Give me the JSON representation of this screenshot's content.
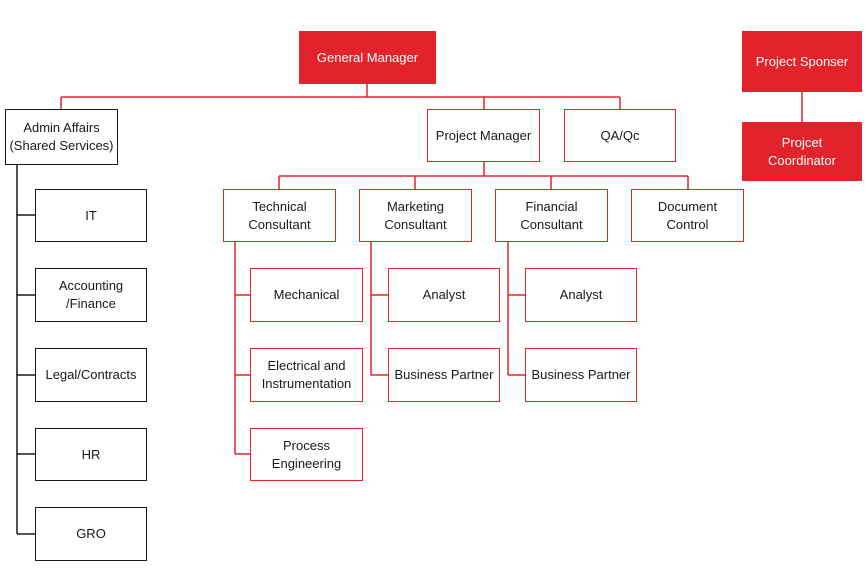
{
  "colors": {
    "accent": "#e3232b",
    "admin_line": "#1a1a1a",
    "text": "#1a1a1a"
  },
  "general_manager": "General Manager",
  "project_sponsor": "Project Sponser",
  "project_coordinator": "Projcet\nCoordinator",
  "admin_affairs": "Admin Affairs\n(Shared Services)",
  "project_manager": "Project Manager",
  "qa_qc": "QA/Qc",
  "admin_units": [
    "IT",
    "Accounting\n/Finance",
    "Legal/Contracts",
    "HR",
    "GRO"
  ],
  "consultants": {
    "technical": "Technical\nConsultant",
    "marketing": "Marketing\nConsultant",
    "financial": "Financial\nConsultant",
    "document_control": "Document\nControl"
  },
  "technical_units": [
    "Mechanical",
    "Electrical and\nInstrumentation",
    "Process\nEngineering"
  ],
  "marketing_units": [
    "Analyst",
    "Business Partner"
  ],
  "financial_units": [
    "Analyst",
    "Business Partner"
  ]
}
